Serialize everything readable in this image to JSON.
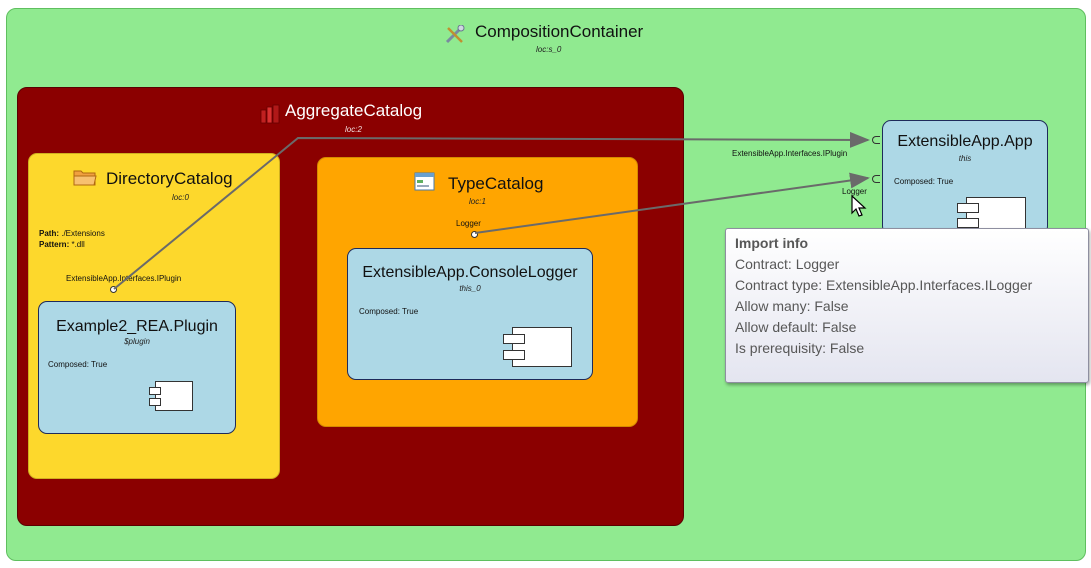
{
  "composition_container": {
    "title": "CompositionContainer",
    "subtitle": "loc:s_0",
    "icon": "tools-icon"
  },
  "aggregate_catalog": {
    "title": "AggregateCatalog",
    "subtitle": "loc:2",
    "icon": "books-icon"
  },
  "directory_catalog": {
    "title": "DirectoryCatalog",
    "subtitle": "loc:0",
    "icon": "folder-icon",
    "path_label": "Path:",
    "path_value": "./Extensions",
    "pattern_label": "Pattern:",
    "pattern_value": "*.dll",
    "export_label": "ExtensibleApp.Interfaces.IPlugin"
  },
  "type_catalog": {
    "title": "TypeCatalog",
    "subtitle": "loc:1",
    "icon": "window-icon",
    "export_label": "Logger"
  },
  "parts": {
    "plugin": {
      "title": "Example2_REA.Plugin",
      "subtitle": "$plugin",
      "composed": "Composed: True"
    },
    "console_logger": {
      "title": "ExtensibleApp.ConsoleLogger",
      "subtitle": "this_0",
      "composed": "Composed: True"
    },
    "app": {
      "title": "ExtensibleApp.App",
      "subtitle": "this",
      "composed": "Composed: True",
      "import_plugin_label": "ExtensibleApp.Interfaces.IPlugin",
      "import_logger_label": "Logger"
    }
  },
  "tooltip": {
    "title": "Import info",
    "rows": [
      "Contract: Logger",
      "Contract type: ExtensibleApp.Interfaces.ILogger",
      "Allow many: False",
      "Allow default: False",
      "Is prerequisity: False"
    ]
  },
  "colors": {
    "container": "#90ea90",
    "aggregate": "#8b0000",
    "directory": "#fdd82c",
    "type": "#ffa500",
    "part": "#add8e6",
    "wire": "#6a6a6a"
  }
}
